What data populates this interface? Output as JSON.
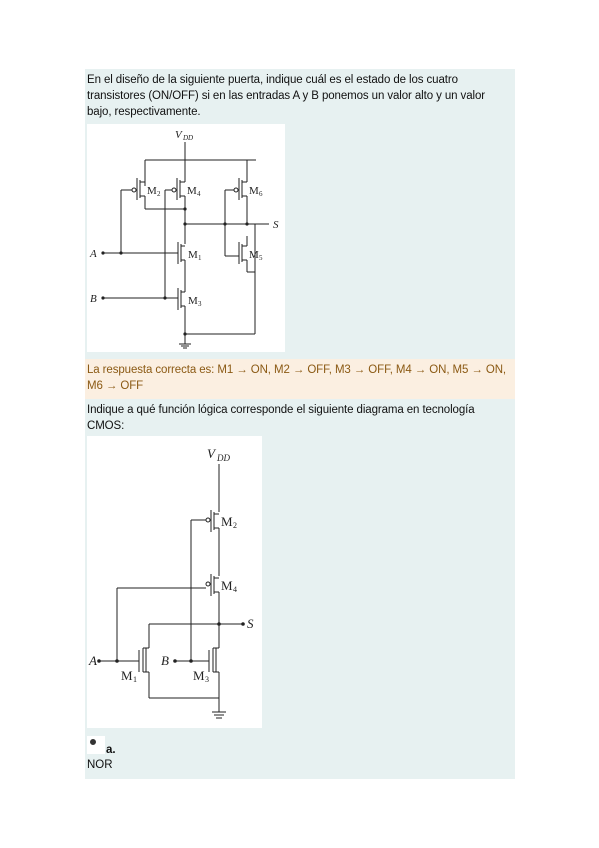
{
  "question1": {
    "text": "En el diseño de la siguiente puerta, indique cuál es el estado de los cuatro transistores (ON/OFF) si en las entradas A y B ponemos un valor alto y un valor bajo, respectivamente.",
    "figure_labels": {
      "vdd": "V",
      "vdd_sub": "DD",
      "s": "S",
      "a": "A",
      "b": "B",
      "m1": "M",
      "m1_sub": "1",
      "m2": "M",
      "m2_sub": "2",
      "m3": "M",
      "m3_sub": "3",
      "m4": "M",
      "m4_sub": "4",
      "m5": "M",
      "m5_sub": "5",
      "m6": "M",
      "m6_sub": "6"
    }
  },
  "feedback": {
    "text": "La respuesta correcta es: M1 → ON, M2 → OFF, M3 → OFF, M4 → ON, M5 → ON, M6 → OFF"
  },
  "question2": {
    "text": "Indique a qué función lógica corresponde el siguiente diagrama en tecnología CMOS:",
    "figure_labels": {
      "vdd": "V",
      "vdd_sub": "DD",
      "s": "S",
      "a": "A",
      "b": "B",
      "m1": "M",
      "m1_sub": "1",
      "m2": "M",
      "m2_sub": "2",
      "m3": "M",
      "m3_sub": "3",
      "m4": "M",
      "m4_sub": "4"
    },
    "option": {
      "letter": "a.",
      "text": "NOR"
    }
  },
  "colors": {
    "panel": "#e7f1f1",
    "feedback_bg": "#fbefe1",
    "feedback_text": "#8b5a14"
  }
}
